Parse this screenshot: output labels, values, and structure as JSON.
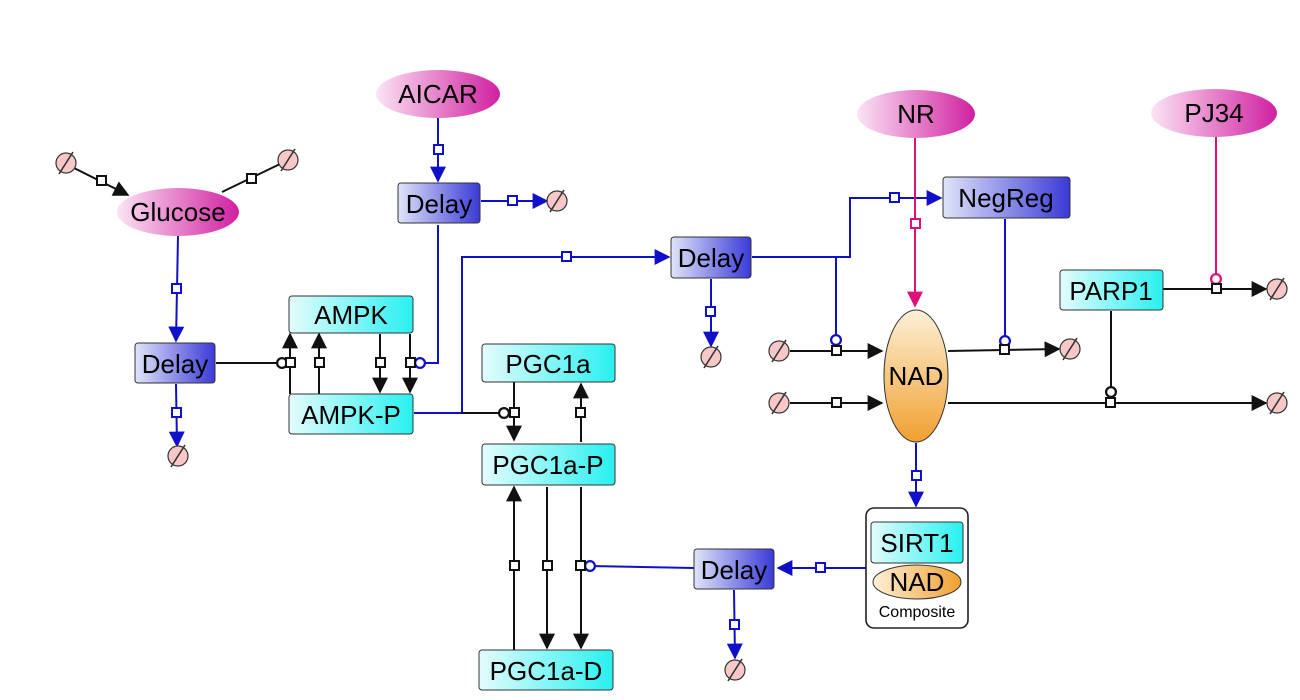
{
  "nodes": {
    "glucose": "Glucose",
    "aicar": "AICAR",
    "nr": "NR",
    "pj34": "PJ34",
    "delay1": "Delay",
    "delay2": "Delay",
    "delay3": "Delay",
    "delay4": "Delay",
    "negreg": "NegReg",
    "ampk": "AMPK",
    "ampk_p": "AMPK-P",
    "pgc1a": "PGC1a",
    "pgc1a_p": "PGC1a-P",
    "pgc1a_d": "PGC1a-D",
    "parp1": "PARP1",
    "nad": "NAD",
    "composite": {
      "sirt1": "SIRT1",
      "nad": "NAD",
      "caption": "Composite"
    }
  },
  "colors": {
    "regulation_edge": "#1010c8",
    "reaction_edge": "#111111",
    "drug_edge": "#e0107a",
    "species_fill": "#29f0f0",
    "delay_fill": "#3a3ad8",
    "metabolite_fill": "#f0a030",
    "drug_fill": "#d020a0",
    "source_sink_fill": "#f8c8c8"
  }
}
